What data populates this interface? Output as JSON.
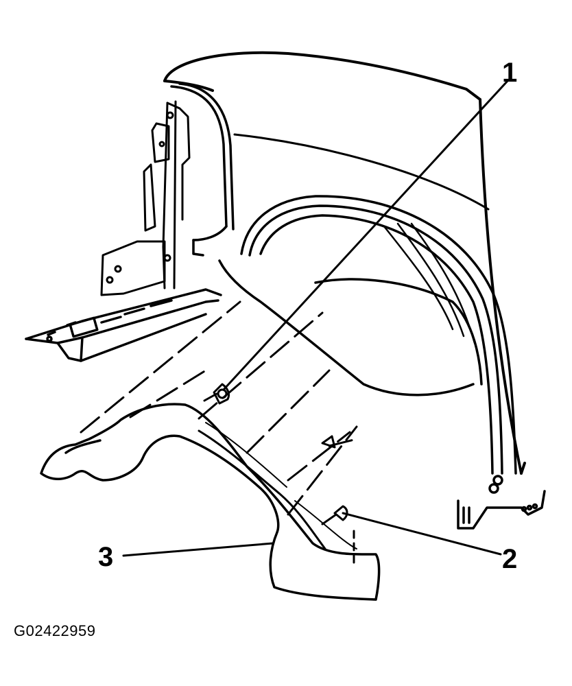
{
  "callouts": {
    "one": "1",
    "two": "2",
    "three": "3"
  },
  "figure_id": "G02422959"
}
